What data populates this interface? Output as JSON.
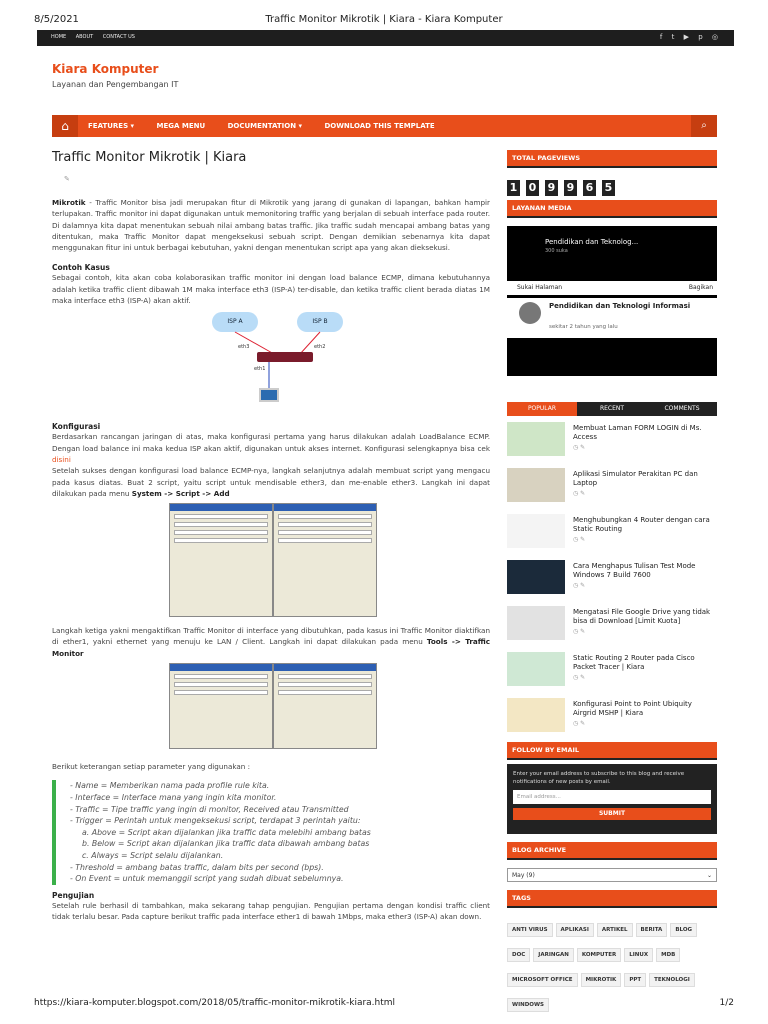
{
  "print": {
    "date": "8/5/2021",
    "title": "Traffic Monitor Mikrotik | Kiara - Kiara Komputer",
    "url": "https://kiara-komputer.blogspot.com/2018/05/traffic-monitor-mikrotik-kiara.html",
    "page": "1/2"
  },
  "topbar": {
    "links": [
      "HOME",
      "ABOUT",
      "CONTACT US"
    ],
    "social": [
      "facebook-icon",
      "twitter-icon",
      "youtube-icon",
      "pinterest-icon",
      "instagram-icon"
    ]
  },
  "site": {
    "name": "Kiara Komputer",
    "tagline": "Layanan dan Pengembangan IT"
  },
  "nav": {
    "items": [
      "FEATURES ▾",
      "MEGA MENU",
      "DOCUMENTATION ▾",
      "DOWNLOAD THIS TEMPLATE"
    ]
  },
  "post": {
    "title": "Traffic Monitor Mikrotik | Kiara",
    "intro_bold": "Mikrotik",
    "intro": " - Traffic Monitor bisa jadi merupakan fitur di Mikrotik yang jarang di gunakan di lapangan, bahkan hampir terlupakan. Traffic monitor ini dapat digunakan untuk memonitoring traffic yang berjalan di sebuah interface pada router. Di dalamnya kita dapat menentukan sebuah nilai ambang batas traffic. Jika traffic sudah mencapai ambang batas yang ditentukan, maka Traffic Monitor dapat mengeksekusi sebuah script. Dengan demikian sebenarnya kita dapat menggunakan fitur ini untuk berbagai kebutuhan, yakni dengan menentukan script apa yang akan dieksekusi.",
    "contoh_head": "Contoh Kasus",
    "contoh": "Sebagai contoh, kita akan coba kolaborasikan traffic monitor ini dengan load balance ECMP, dimana kebutuhannya adalah ketika traffic client dibawah 1M maka interface eth3 (ISP-A) ter-disable, dan ketika traffic client berada diatas 1M maka interface eth3 (ISP-A) akan aktif.",
    "diagram": {
      "isp_a": "ISP A",
      "isp_b": "ISP B",
      "eth3": "eth3",
      "eth2": "eth2",
      "eth1": "eth1"
    },
    "konfig_head": "Konfigurasi",
    "konfig": "Berdasarkan rancangan jaringan di atas, maka konfigurasi pertama yang harus dilakukan adalah LoadBalance ECMP. Dengan load balance ini maka kedua ISP akan aktif, digunakan untuk akses internet. Konfigurasi selengkapnya bisa cek ",
    "konfig_link": "disini",
    "konfig2": "Setelah sukses dengan konfigurasi load balance ECMP-nya, langkah selanjutnya adalah membuat script yang mengacu pada kasus diatas. Buat 2 script, yaitu script untuk mendisable ether3, dan me-enable ether3. Langkah ini dapat dilakukan pada menu ",
    "konfig2_bold": "System -> Script -> Add",
    "langkah": "Langkah ketiga yakni mengaktifkan Traffic Monitor di interface yang dibutuhkan, pada kasus ini Traffic Monitor diaktifkan di ether1, yakni ethernet yang menuju ke LAN / Client. Langkah ini dapat dilakukan pada menu ",
    "langkah_bold": "Tools -> Traffic Monitor",
    "berikut": "Berikut keterangan setiap parameter yang digunakan :",
    "quote": [
      "- Name = Memberikan nama pada profile rule kita.",
      "- Interface = Interface mana yang ingin kita monitor.",
      "- Traffic = Tipe traffic yang ingin di monitor, Received atau Transmitted",
      "- Trigger = Perintah untuk mengeksekusi script, terdapat 3 perintah yaitu:"
    ],
    "quote_sub": [
      "a. Above  = Script akan dijalankan jika traffic data melebihi ambang batas",
      "b. Below  = Script akan dijalankan jika traffic data dibawah ambang batas",
      "c. Always = Script selalu dijalankan."
    ],
    "quote_end": [
      "- Threshold = ambang batas traffic, dalam bits per second (bps).",
      "- On Event = untuk memanggil script yang sudah dibuat sebelumnya."
    ],
    "peng_head": "Pengujian",
    "peng": "Setelah rule berhasil di tambahkan, maka sekarang tahap pengujian. Pengujian pertama dengan kondisi traffic client tidak terlalu besar. Pada capture berikut traffic pada interface ether1 di bawah 1Mbps, maka ether3 (ISP-A) akan down."
  },
  "sidebar": {
    "pageviews_title": "TOTAL PAGEVIEWS",
    "digits": [
      "1",
      "0",
      "9",
      "9",
      "6",
      "5"
    ],
    "media_title": "LAYANAN MEDIA",
    "channel": "Pendidikan dan Teknolog...",
    "subs": "300 suka",
    "like_page": "Sukai Halaman",
    "share": "Bagikan",
    "card_title": "Pendidikan dan Teknologi Informasi",
    "card_sub": "sekitar 2 tahun yang lalu",
    "tabs": [
      "POPULAR",
      "RECENT",
      "COMMENTS"
    ],
    "popular": [
      "Membuat Laman FORM LOGIN di Ms. Access",
      "Aplikasi Simulator Perakitan PC dan Laptop",
      "Menghubungkan 4 Router dengan cara Static Routing",
      "Cara Menghapus Tulisan Test Mode Windows 7 Build 7600",
      "Mengatasi File Google Drive yang tidak bisa di Download [Limit Kuota]",
      "Static Routing 2 Router pada Cisco Packet Tracer | Kiara",
      "Konfigurasi Point to Point Ubiquity Airgrid MSHP | Kiara"
    ],
    "follow_title": "FOLLOW BY EMAIL",
    "follow_text": "Enter your email address to subscribe to this blog and receive notifications of new posts by email.",
    "email_placeholder": "Email address...",
    "submit": "SUBMIT",
    "archive_title": "BLOG ARCHIVE",
    "archive_value": "May (9)",
    "tags_title": "TAGS",
    "tags": [
      "ANTI VIRUS",
      "APLIKASI",
      "ARTIKEL",
      "BERITA",
      "BLOG",
      "DOC",
      "JARINGAN",
      "KOMPUTER",
      "LINUX",
      "MDB",
      "MICROSOFT OFFICE",
      "MIKROTIK",
      "PPT",
      "TEKNOLOGI",
      "WINDOWS"
    ]
  }
}
